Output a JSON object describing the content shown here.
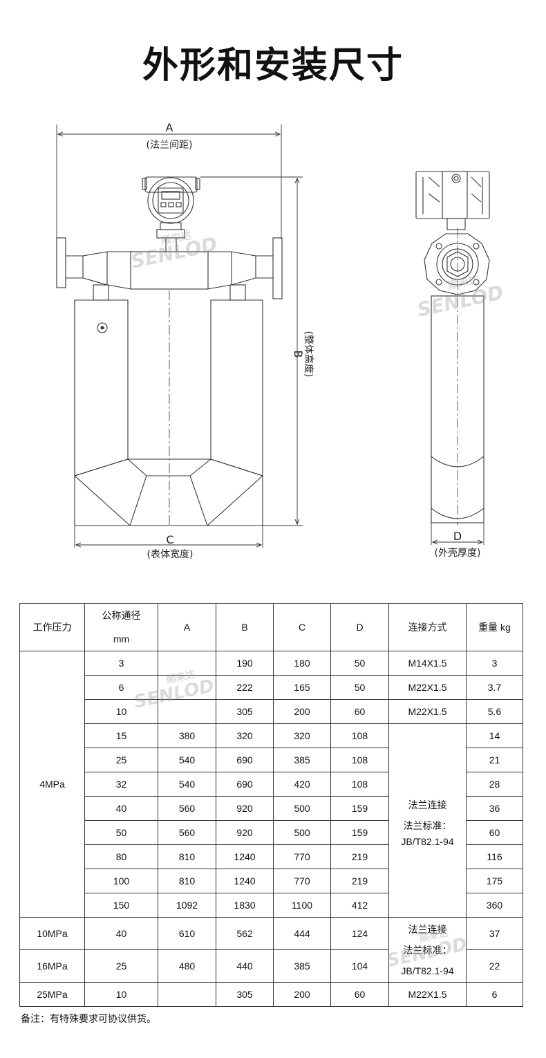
{
  "title": "外形和安装尺寸",
  "diagram": {
    "label_a": "A",
    "label_a_desc": "(法兰间距)",
    "label_b": "B",
    "label_b_desc": "(整体高度)",
    "label_c": "C",
    "label_c_desc": "(表体宽度)",
    "label_d": "D",
    "label_d_desc": "(外壳厚度)"
  },
  "watermark": {
    "brand_cn": "顺来达",
    "brand_en": "SENLOD"
  },
  "table": {
    "headers": {
      "pressure": "工作压力",
      "dn_line1": "公称通径",
      "dn_line2": "mm",
      "a": "A",
      "b": "B",
      "c": "C",
      "d": "D",
      "connection": "连接方式",
      "weight": "重量 kg"
    },
    "groups": {
      "p4": "4MPa",
      "p10": "10MPa",
      "p16": "16MPa",
      "p25": "25MPa"
    },
    "connection_flange": {
      "line1": "法兰连接",
      "line2": "法兰标准：",
      "line3": "JB/T82.1-94"
    },
    "rows": [
      {
        "dn": "3",
        "a": "",
        "b": "190",
        "c": "180",
        "d": "50",
        "conn": "M14X1.5",
        "w": "3"
      },
      {
        "dn": "6",
        "a": "",
        "b": "222",
        "c": "165",
        "d": "50",
        "conn": "M22X1.5",
        "w": "3.7"
      },
      {
        "dn": "10",
        "a": "",
        "b": "305",
        "c": "200",
        "d": "60",
        "conn": "M22X1.5",
        "w": "5.6"
      },
      {
        "dn": "15",
        "a": "380",
        "b": "320",
        "c": "320",
        "d": "108",
        "w": "14"
      },
      {
        "dn": "25",
        "a": "540",
        "b": "690",
        "c": "385",
        "d": "108",
        "w": "21"
      },
      {
        "dn": "32",
        "a": "540",
        "b": "690",
        "c": "420",
        "d": "108",
        "w": "28"
      },
      {
        "dn": "40",
        "a": "560",
        "b": "920",
        "c": "500",
        "d": "159",
        "w": "36"
      },
      {
        "dn": "50",
        "a": "560",
        "b": "920",
        "c": "500",
        "d": "159",
        "w": "60"
      },
      {
        "dn": "80",
        "a": "810",
        "b": "1240",
        "c": "770",
        "d": "219",
        "w": "116"
      },
      {
        "dn": "100",
        "a": "810",
        "b": "1240",
        "c": "770",
        "d": "219",
        "w": "175"
      },
      {
        "dn": "150",
        "a": "1092",
        "b": "1830",
        "c": "1100",
        "d": "412",
        "w": "360"
      },
      {
        "dn": "40",
        "a": "610",
        "b": "562",
        "c": "444",
        "d": "124",
        "w": "37"
      },
      {
        "dn": "25",
        "a": "480",
        "b": "440",
        "c": "385",
        "d": "104",
        "w": "22"
      },
      {
        "dn": "10",
        "a": "",
        "b": "305",
        "c": "200",
        "d": "60",
        "conn": "M22X1.5",
        "w": "6"
      }
    ]
  },
  "note": "备注：有特殊要求可协议供货。"
}
